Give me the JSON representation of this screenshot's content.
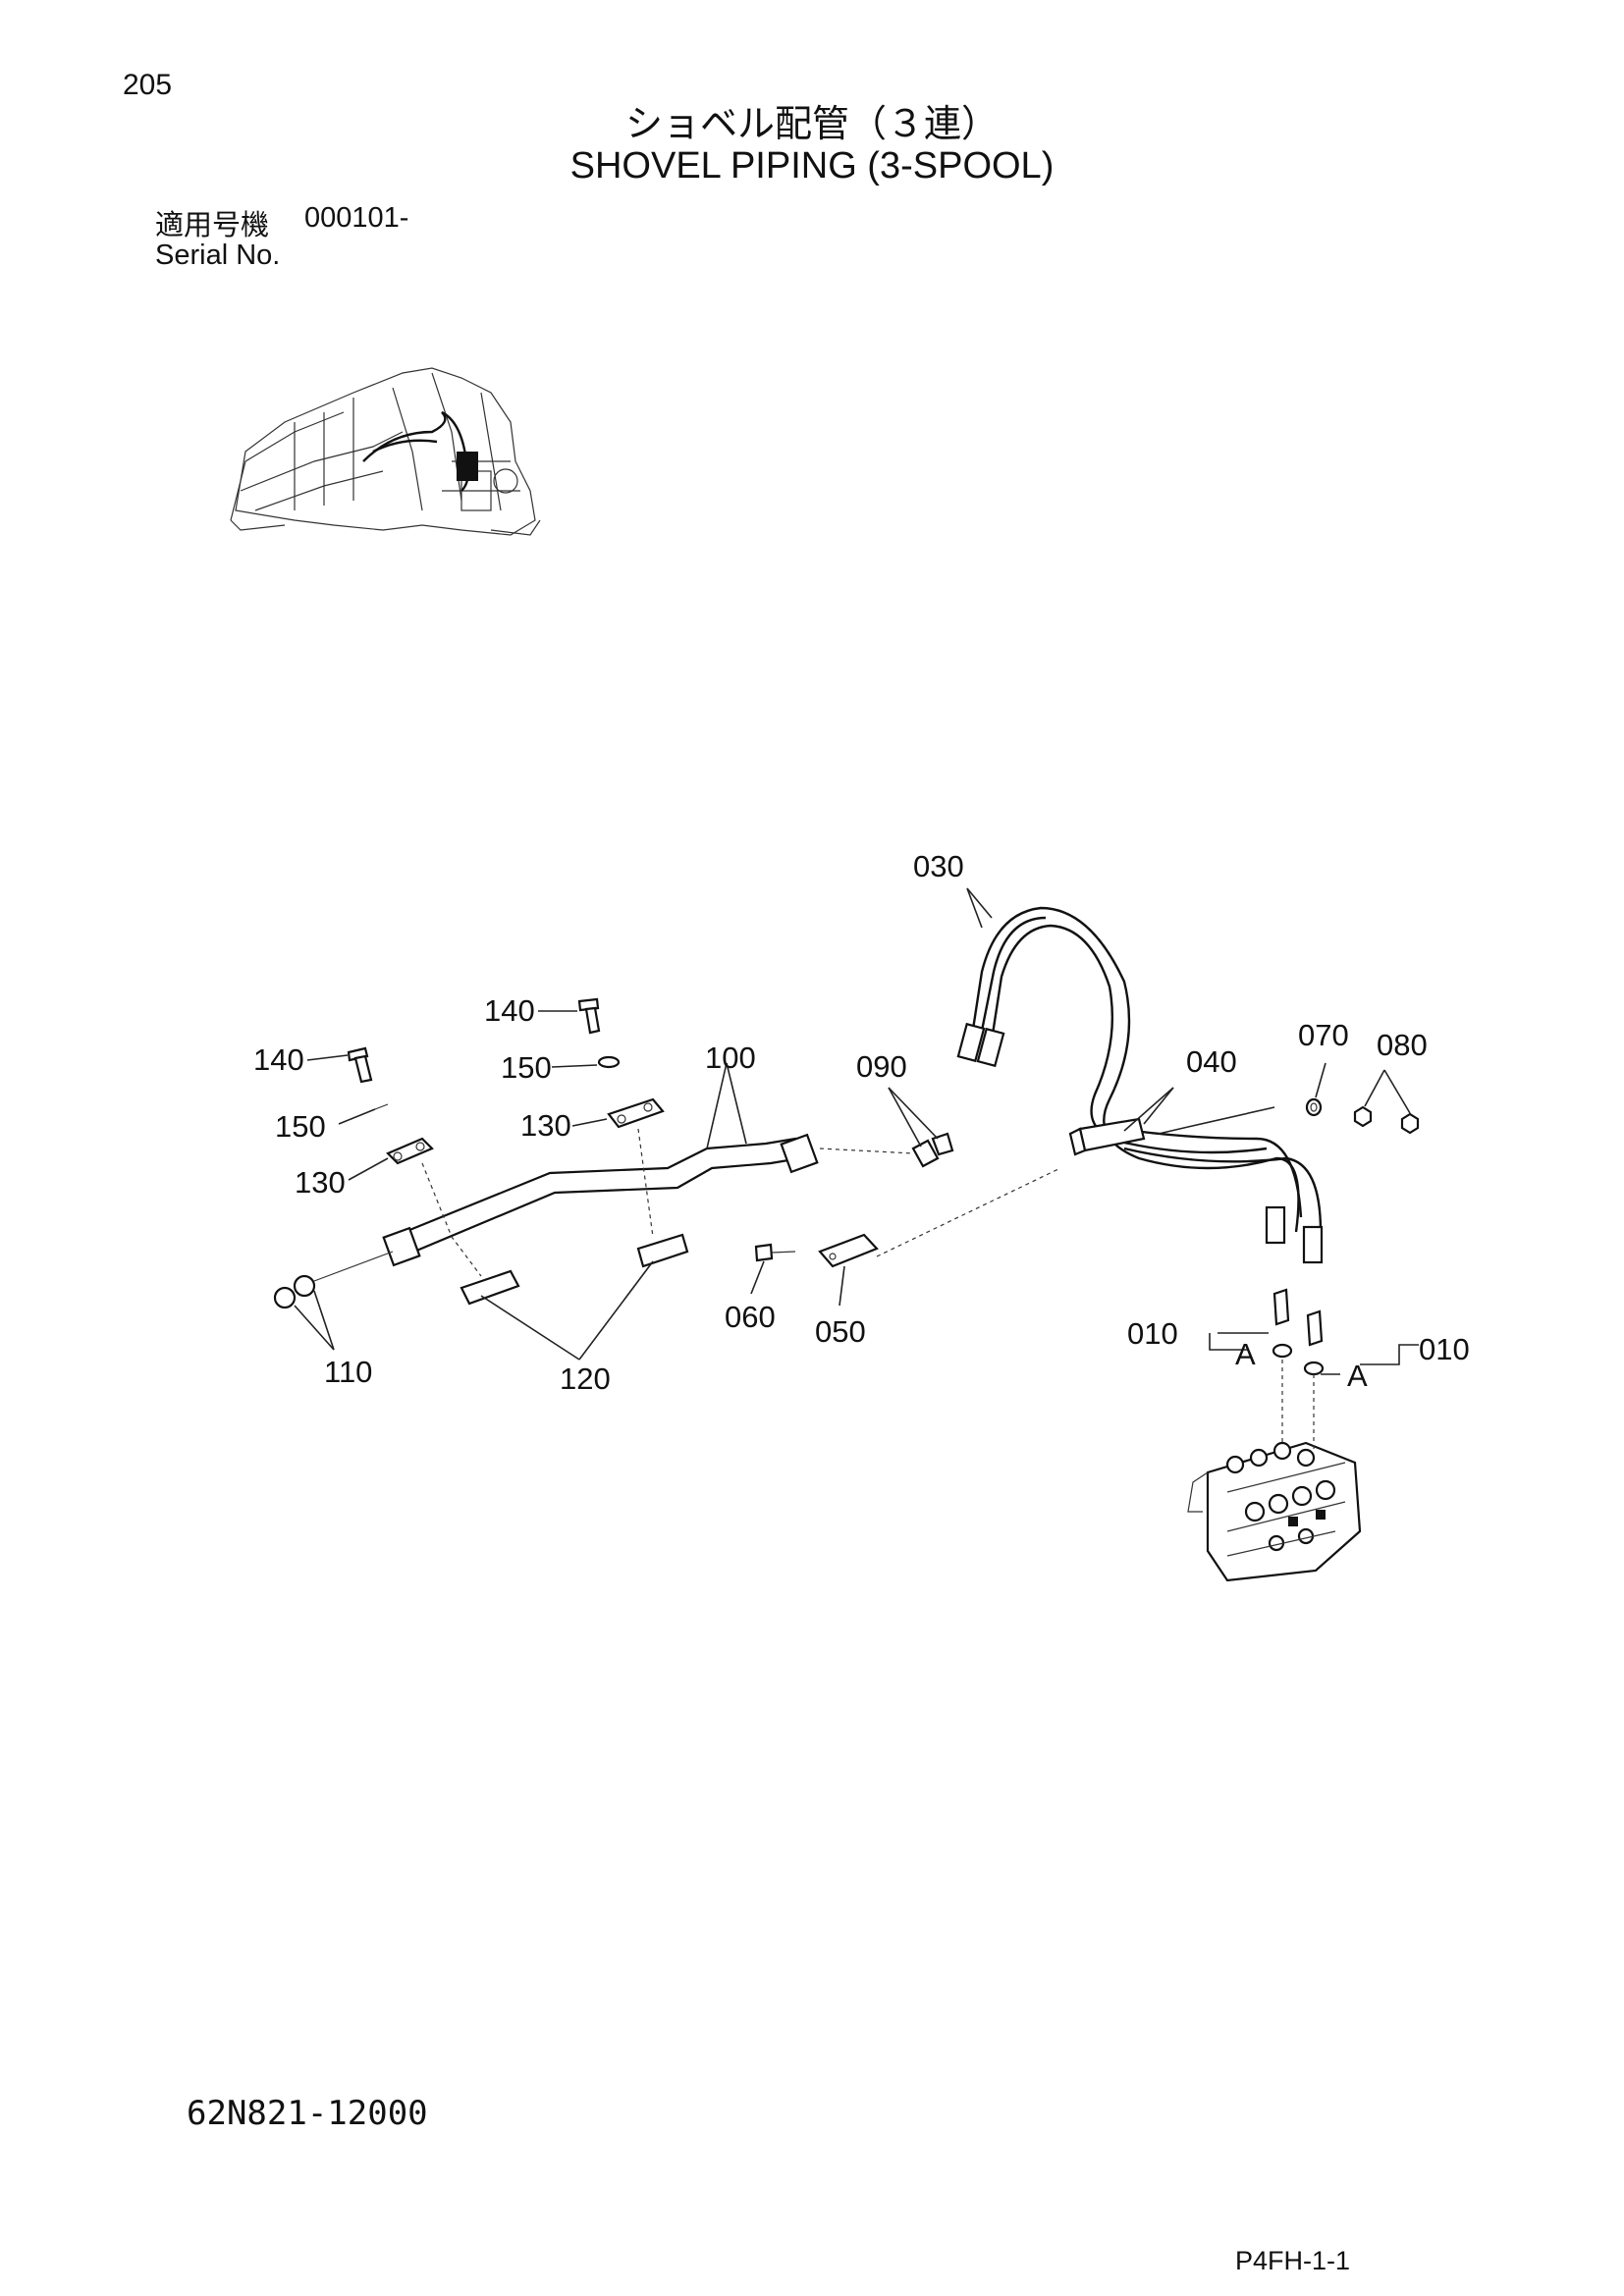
{
  "header": {
    "page_number": "205",
    "title_jp": "ショベル配管（３連）",
    "title_en": "SHOVEL PIPING (3-SPOOL)",
    "serial_label_jp": "適用号機",
    "serial_value": "000101-",
    "serial_label_en": "Serial No."
  },
  "callouts": {
    "p030": "030",
    "p140a": "140",
    "p140b": "140",
    "p150a": "150",
    "p150b": "150",
    "p100": "100",
    "p090": "090",
    "p040": "040",
    "p070": "070",
    "p080": "080",
    "p130a": "130",
    "p130b": "130",
    "p010a": "010",
    "p010b": "010",
    "detailA1": "A",
    "detailA2": "A",
    "p060": "060",
    "p050": "050",
    "p110": "110",
    "p120": "120"
  },
  "footer": {
    "drawing_number": "62N821-12000",
    "page_code": "P4FH-1-1"
  }
}
